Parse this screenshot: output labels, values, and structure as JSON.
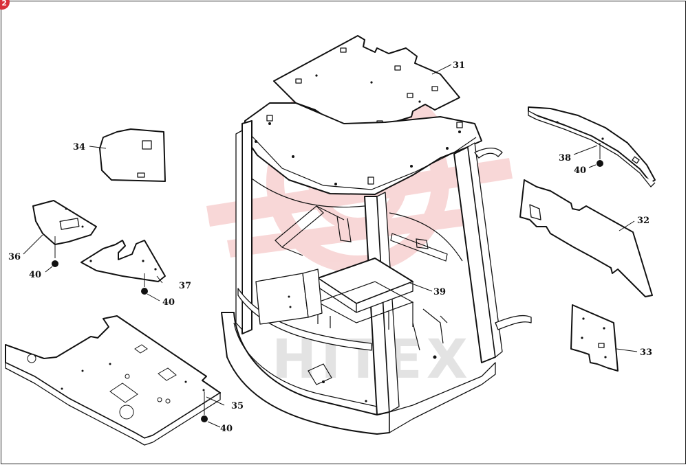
{
  "badge": "2",
  "watermark": "HITEX",
  "callouts": {
    "c31": "31",
    "c32": "32",
    "c33": "33",
    "c34": "34",
    "c35": "35",
    "c36": "36",
    "c37": "37",
    "c38": "38",
    "c39": "39",
    "c40a": "40",
    "c40b": "40",
    "c40c": "40",
    "c40d": "40"
  },
  "colors": {
    "watermark_red": "#f3b8b8",
    "ink": "#111111",
    "badge": "#d9303a"
  }
}
